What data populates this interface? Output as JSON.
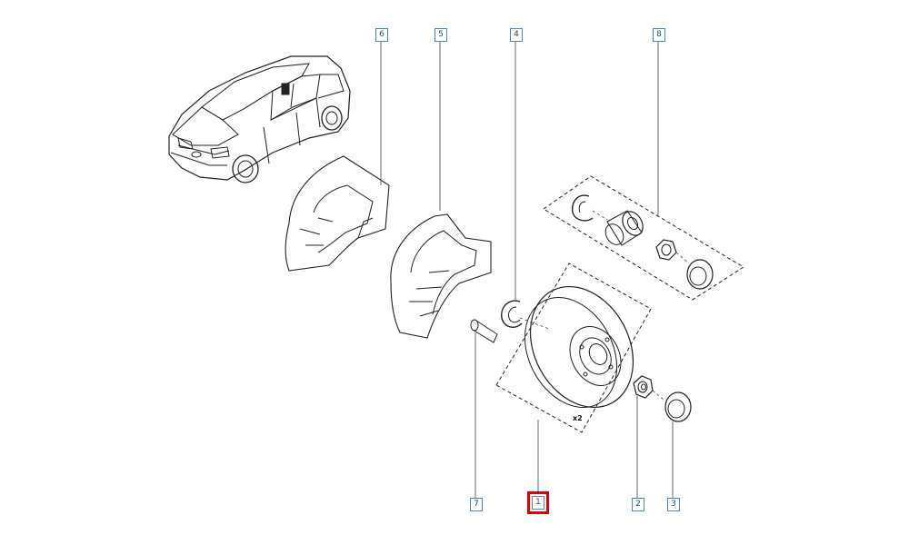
{
  "callouts": {
    "c6": "6",
    "c5": "5",
    "c4": "4",
    "c8": "8",
    "c7": "7",
    "c1": "1",
    "c2": "2",
    "c3": "3"
  },
  "selected_part": "1",
  "quantity_label": "x2",
  "colors": {
    "line": "#222222",
    "callout_border": "#4a8fa8",
    "selection": "#e00000"
  }
}
